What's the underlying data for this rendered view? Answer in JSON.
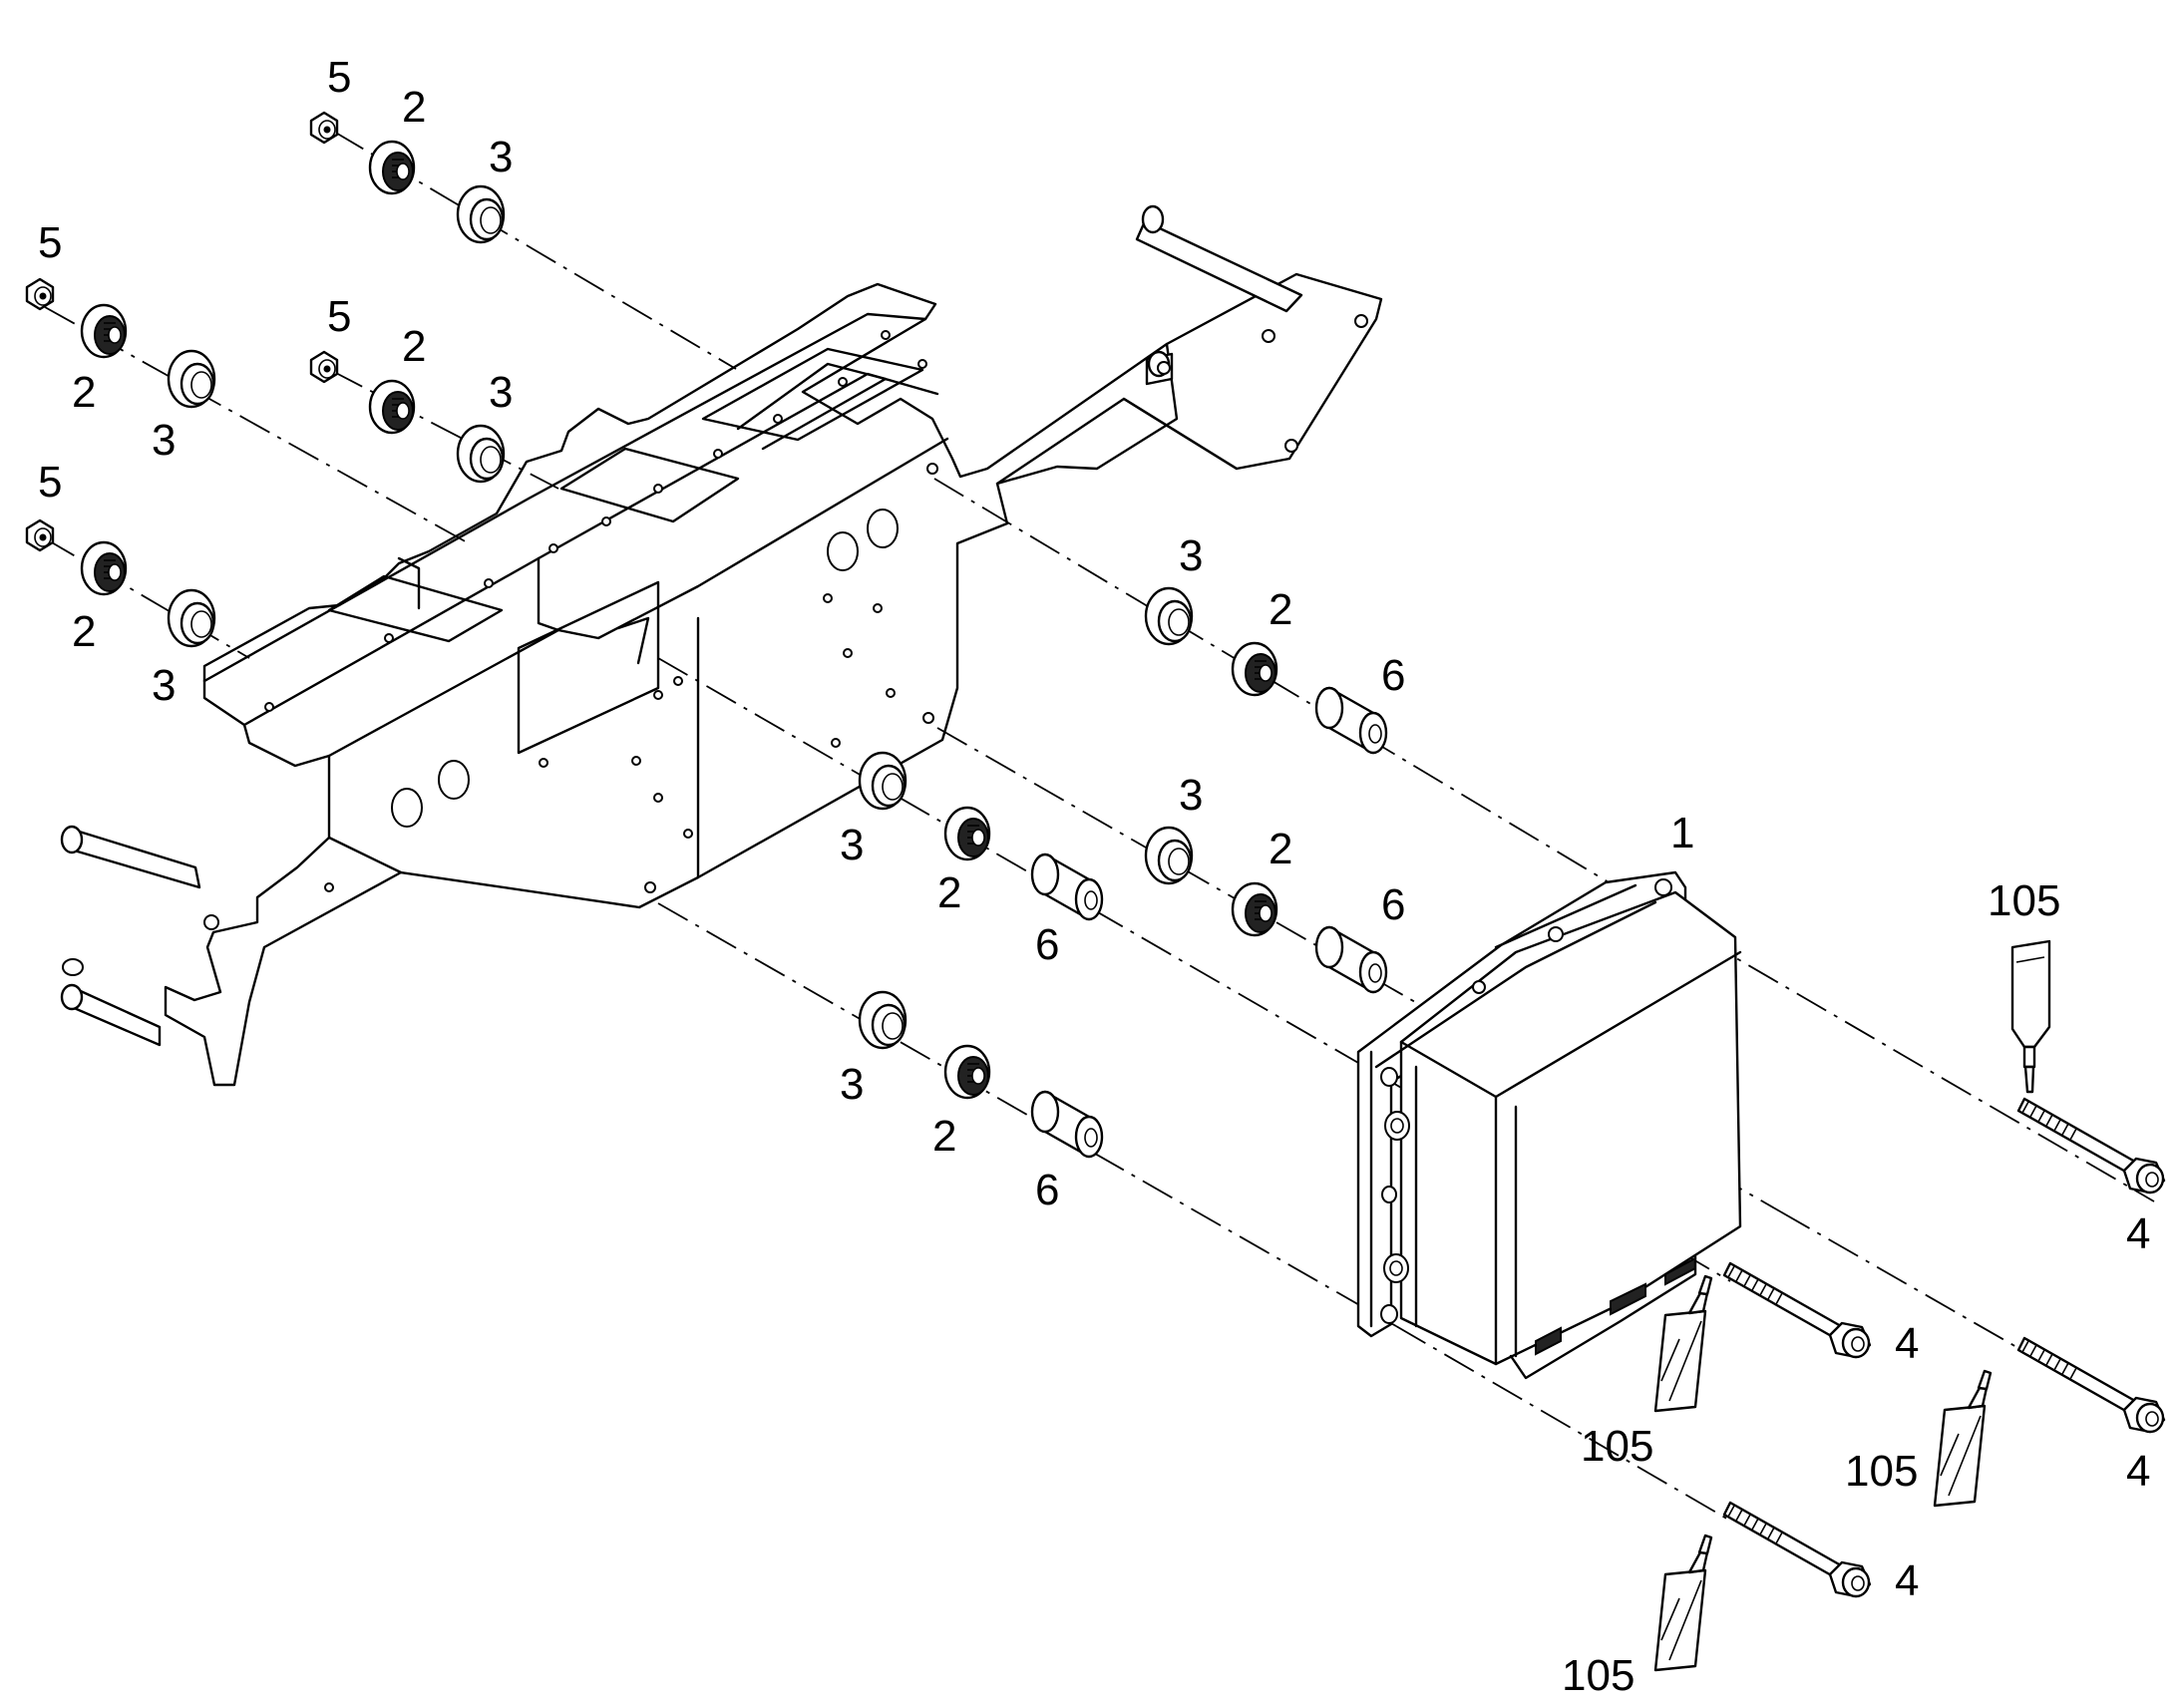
{
  "callouts": {
    "c1": "1",
    "c2a": "2",
    "c2b": "2",
    "c2c": "2",
    "c2d": "2",
    "c2e": "2",
    "c2f": "2",
    "c2g": "2",
    "c2h": "2",
    "c3a": "3",
    "c3b": "3",
    "c3c": "3",
    "c3d": "3",
    "c3e": "3",
    "c3f": "3",
    "c3g": "3",
    "c3h": "3",
    "c4a": "4",
    "c4b": "4",
    "c4c": "4",
    "c4d": "4",
    "c5a": "5",
    "c5b": "5",
    "c5c": "5",
    "c5d": "5",
    "c6a": "6",
    "c6b": "6",
    "c6c": "6",
    "c6d": "6",
    "c105a": "105",
    "c105b": "105",
    "c105c": "105",
    "c105d": "105"
  },
  "parts": [
    {
      "id": "1",
      "name": "control-unit"
    },
    {
      "id": "2",
      "name": "vibration-mount"
    },
    {
      "id": "3",
      "name": "washer"
    },
    {
      "id": "4",
      "name": "bolt"
    },
    {
      "id": "5",
      "name": "nut"
    },
    {
      "id": "6",
      "name": "spacer"
    },
    {
      "id": "105",
      "name": "threadlocker-tube"
    }
  ]
}
